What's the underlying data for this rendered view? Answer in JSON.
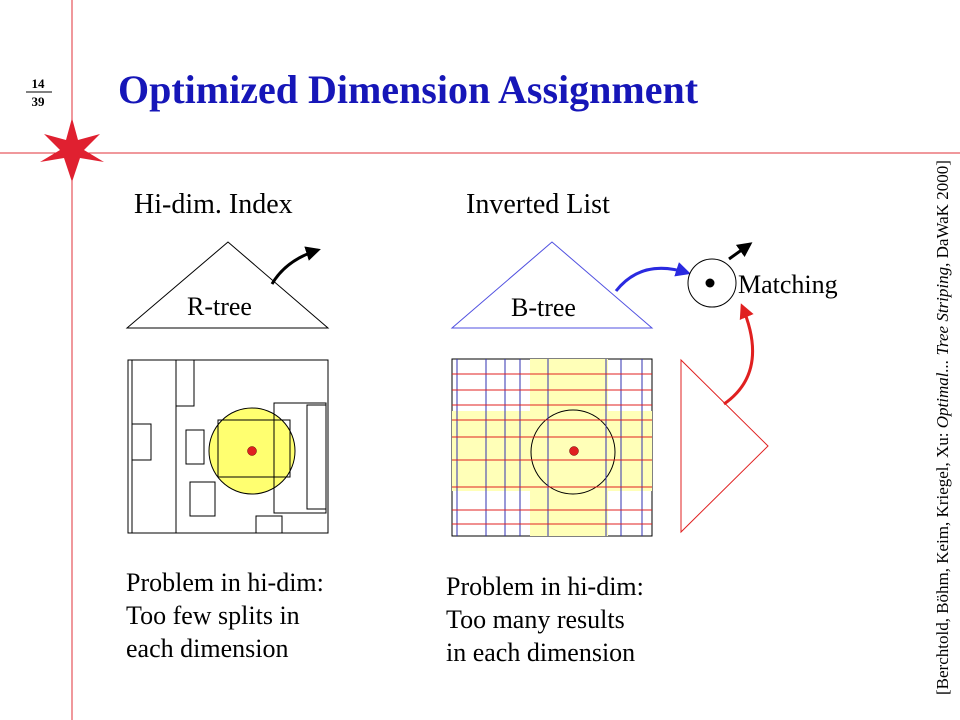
{
  "slide": {
    "title": "Optimized Dimension Assignment",
    "page_current": "14",
    "page_total": "39"
  },
  "left_panel": {
    "heading": "Hi-dim. Index",
    "tree_label": "R-tree",
    "problem_line1": "Problem in hi-dim:",
    "problem_line2": "Too few splits in",
    "problem_line3": "each dimension"
  },
  "right_panel": {
    "heading": "Inverted List",
    "tree_label": "B-tree",
    "matching_label": "Matching",
    "problem_line1": "Problem in hi-dim:",
    "problem_line2": "Too many results",
    "problem_line3": "in each dimension"
  },
  "citation": {
    "prefix": "[Berchtold, Böhm, Keim, Kriegel, Xu: ",
    "italic": "Optimal... Tree Striping",
    "suffix": ", DaWaK 2000]"
  },
  "colors": {
    "title": "#1616b8",
    "guide_lines": "#e0303a",
    "query_fill": "#ffff70",
    "stripe_fill": "#ffffb8",
    "grid_red": "#e02020",
    "grid_blue": "#3030b0",
    "btree_outline": "#5050e0",
    "arrow_blue": "#2a2ae0",
    "arrow_red": "#e02020"
  }
}
